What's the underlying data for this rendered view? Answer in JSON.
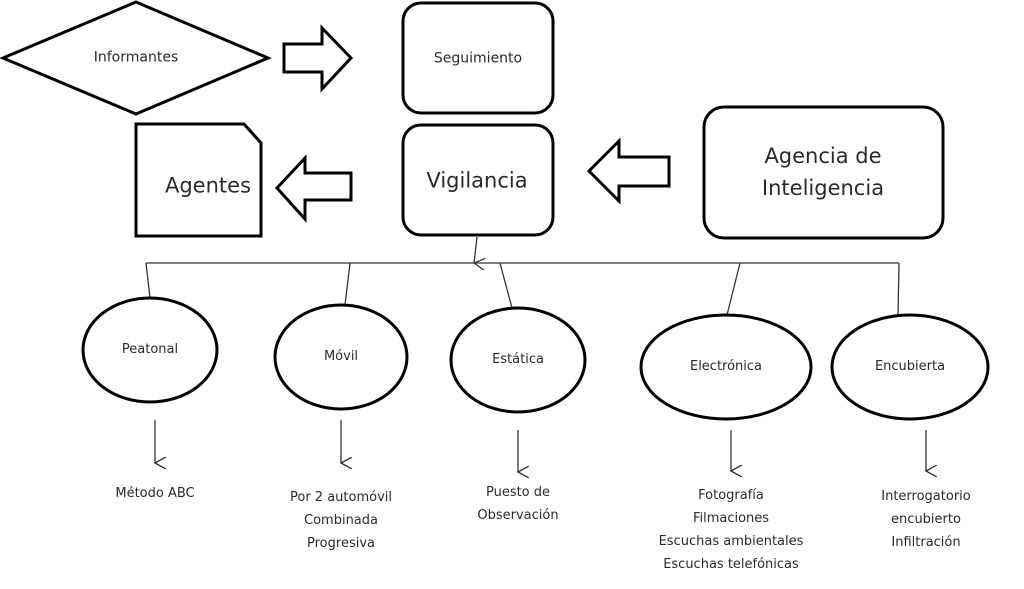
{
  "nodes": {
    "informantes": "Informantes",
    "seguimiento": "Seguimiento",
    "vigilancia": "Vigilancia",
    "agentes": "Agentes",
    "agencia": "Agencia de Inteligencia"
  },
  "branches": [
    {
      "label": "Peatonal",
      "items": [
        "Método  ABC"
      ]
    },
    {
      "label": "Móvil",
      "items": [
        "Por 2 automóvil",
        "Combinada",
        "Progresiva"
      ]
    },
    {
      "label": "Estática",
      "items": [
        "Puesto de",
        "Observación"
      ]
    },
    {
      "label": "Electrónica",
      "items": [
        "Fotografía",
        "Filmaciones",
        "Escuchas ambientales",
        "Escuchas telefónicas"
      ]
    },
    {
      "label": "Encubierta",
      "items": [
        "Interrogatorio",
        "encubierto",
        "Infiltración"
      ]
    }
  ],
  "colors": {
    "stroke": "#000000",
    "text": "#2a2a2a",
    "background": "#ffffff"
  }
}
